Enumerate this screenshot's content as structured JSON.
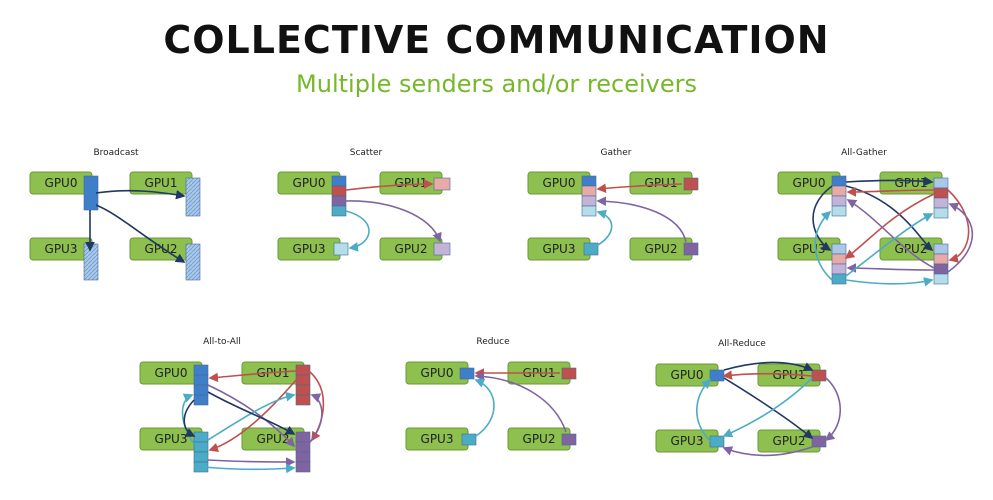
{
  "header": {
    "title": "COLLECTIVE COMMUNICATION",
    "subtitle": "Multiple senders and/or receivers"
  },
  "colors": {
    "gpu_fill": "#8dc04f",
    "gpu_border": "#6a9a34",
    "blue": "#3f7fc9",
    "blue_light": "#a9c8e8",
    "red": "#c0504d",
    "red_light": "#e8aaa8",
    "purple": "#8064a2",
    "purple_light": "#c3b3d8",
    "teal": "#4bacc6",
    "teal_light": "#b2dde9",
    "navy": "#1f3864"
  },
  "gpus": {
    "gpu0": "GPU0",
    "gpu1": "GPU1",
    "gpu2": "GPU2",
    "gpu3": "GPU3"
  },
  "panels": [
    {
      "id": "broadcast",
      "label": "Broadcast"
    },
    {
      "id": "scatter",
      "label": "Scatter"
    },
    {
      "id": "gather",
      "label": "Gather"
    },
    {
      "id": "allgather",
      "label": "All-Gather"
    },
    {
      "id": "alltoall",
      "label": "All-to-All"
    },
    {
      "id": "reduce",
      "label": "Reduce"
    },
    {
      "id": "allreduce",
      "label": "All-Reduce"
    }
  ]
}
